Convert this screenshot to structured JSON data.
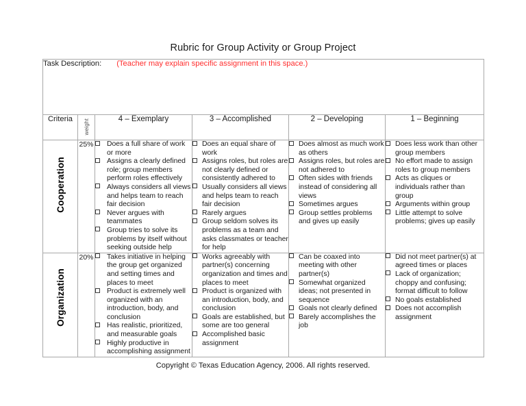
{
  "document": {
    "title": "Rubric for Group Activity or Group Project",
    "footer": "Copyright © Texas Education Agency, 2006.  All rights reserved.",
    "accent_red": "#FF2D2D"
  },
  "task_description": {
    "label": "Task Description:",
    "hint": "(Teacher may explain specific assignment in this space.)"
  },
  "table": {
    "headers": {
      "criteria": "Criteria",
      "weight": "weight",
      "levels": [
        "4 – Exemplary",
        "3 – Accomplished",
        "2 – Developing",
        "1 – Beginning"
      ]
    },
    "rows": [
      {
        "criterion": "Cooperation",
        "weight": "25%",
        "levels": [
          [
            "Does a full share of work or more",
            "Assigns a clearly defined role; group members perform roles effectively",
            "Always considers all views and helps team to reach fair decision",
            "Never argues with teammates",
            "Group tries to solve its problems by itself without seeking outside help"
          ],
          [
            "Does an equal share of work",
            "Assigns roles, but roles are not clearly defined or consistently adhered to",
            "Usually considers all views and helps team to reach fair decision",
            "Rarely argues",
            "Group seldom solves its problems as a team and asks classmates or teacher for help"
          ],
          [
            "Does almost as much work as others",
            "Assigns roles, but roles are not adhered to",
            "Often sides with friends instead of considering all views",
            "Sometimes argues",
            "Group settles problems and gives up easily"
          ],
          [
            "Does less work than other group members",
            "No effort made to assign roles to group members",
            "Acts as cliques or individuals rather than group",
            "Arguments within group",
            "Little attempt to solve problems; gives up easily"
          ]
        ]
      },
      {
        "criterion": "Organization",
        "weight": "20%",
        "levels": [
          [
            "Takes initiative in helping the group get organized and setting times and places to meet",
            "Product is extremely well organized with an introduction, body, and conclusion",
            "Has realistic, prioritized, and measurable goals",
            "Highly productive in accomplishing assignment"
          ],
          [
            "Works agreeably with partner(s) concerning organization and times and places to meet",
            "Product is organized with an introduction, body, and conclusion",
            "Goals are established, but some are too general",
            "Accomplished basic assignment"
          ],
          [
            "Can be coaxed into meeting with other partner(s)",
            "Somewhat organized ideas; not presented in sequence",
            "Goals not clearly defined",
            "Barely accomplishes the job"
          ],
          [
            "Did not meet partner(s) at agreed times or places",
            "Lack of organization; choppy and confusing; format difficult to follow",
            "No goals established",
            "Does not accomplish assignment"
          ]
        ]
      }
    ]
  }
}
